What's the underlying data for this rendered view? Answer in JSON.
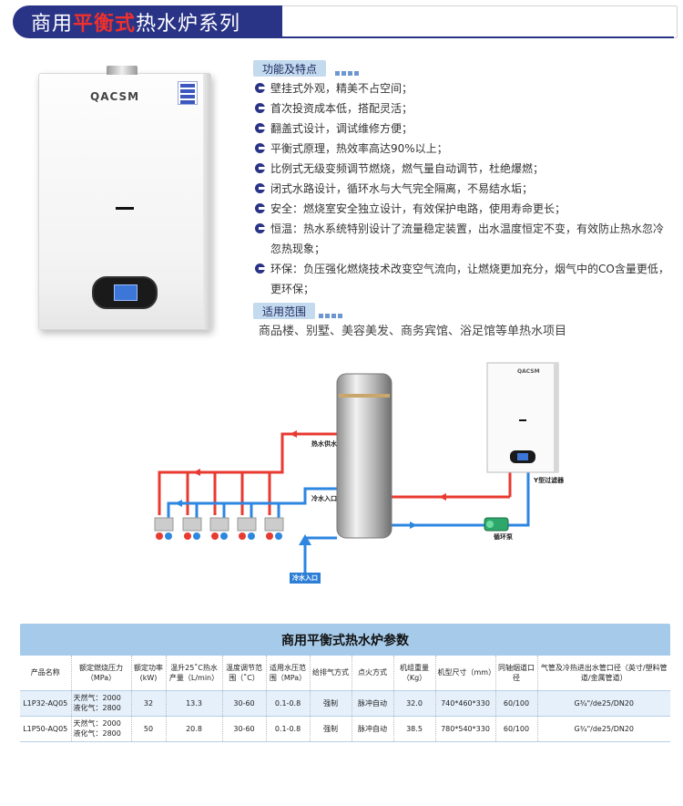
{
  "header": {
    "title_prefix": "商用",
    "title_highlight": "平衡式",
    "title_suffix": "热水炉系列"
  },
  "product": {
    "logo": "QACSM"
  },
  "features": {
    "heading": "功能及特点",
    "items": [
      "壁挂式外观，精美不占空间；",
      "首次投资成本低，搭配灵活；",
      "翻盖式设计，调试维修方便；",
      "平衡式原理，热效率高达90%以上；",
      "比例式无级变频调节燃烧，燃气量自动调节，杜绝爆燃；",
      "闭式水路设计，循环水与大气完全隔离，不易结水垢；",
      "安全：燃烧室安全独立设计，有效保护电路，使用寿命更长；",
      "恒温：热水系统特别设计了流量稳定装置，出水温度恒定不变，有效防止热水忽冷忽热现象；",
      "环保：负压强化燃烧技术改变空气流向，让燃烧更加充分，烟气中的CO含量更低，更环保；"
    ]
  },
  "scope": {
    "heading": "适用范围",
    "text": "商品楼、别墅、美容美发、商务宾馆、浴足馆等单热水项目"
  },
  "diagram": {
    "hot_supply": "热水供水",
    "cold_inlet_tank": "冷水入口",
    "cold_inlet_main": "冷水入口",
    "filter": "Y型过滤器",
    "pump": "循环泵",
    "heater_logo": "QACSM"
  },
  "table": {
    "title": "商用平衡式热水炉参数",
    "headers": [
      "产品名称",
      "额定燃烧压力（MPa）",
      "额定功率(kW)",
      "温升25˚C热水产量（L/min）",
      "温度调节范围（˚C）",
      "适用水压范围（MPa）",
      "给排气方式",
      "点火方式",
      "机组重量（Kg）",
      "机型尺寸（mm）",
      "同轴烟道口径",
      "气管及冷热进出水管口径（英寸/塑料管道/金属管道）"
    ],
    "rows": [
      {
        "name": "L1P32-AQ05",
        "p1": "天然气：2000",
        "p2": "液化气：2800",
        "power": "32",
        "output": "13.3",
        "temp": "30-60",
        "water": "0.1-0.8",
        "exhaust": "强制",
        "ignition": "脉冲自动",
        "weight": "32.0",
        "size": "740*460*330",
        "flue": "60/100",
        "pipe": "G¾\"/de25/DN20"
      },
      {
        "name": "L1P50-AQ05",
        "p1": "天然气：2000",
        "p2": "液化气：2800",
        "power": "50",
        "output": "20.8",
        "temp": "30-60",
        "water": "0.1-0.8",
        "exhaust": "强制",
        "ignition": "脉冲自动",
        "weight": "38.5",
        "size": "780*540*330",
        "flue": "60/100",
        "pipe": "G¾\"/de25/DN20"
      }
    ]
  },
  "colors": {
    "brand": "#2a3486",
    "highlight": "#f0302c",
    "hot_pipe": "#e83a30",
    "cold_pipe": "#2d86e0",
    "table_header": "#a6cbea"
  }
}
